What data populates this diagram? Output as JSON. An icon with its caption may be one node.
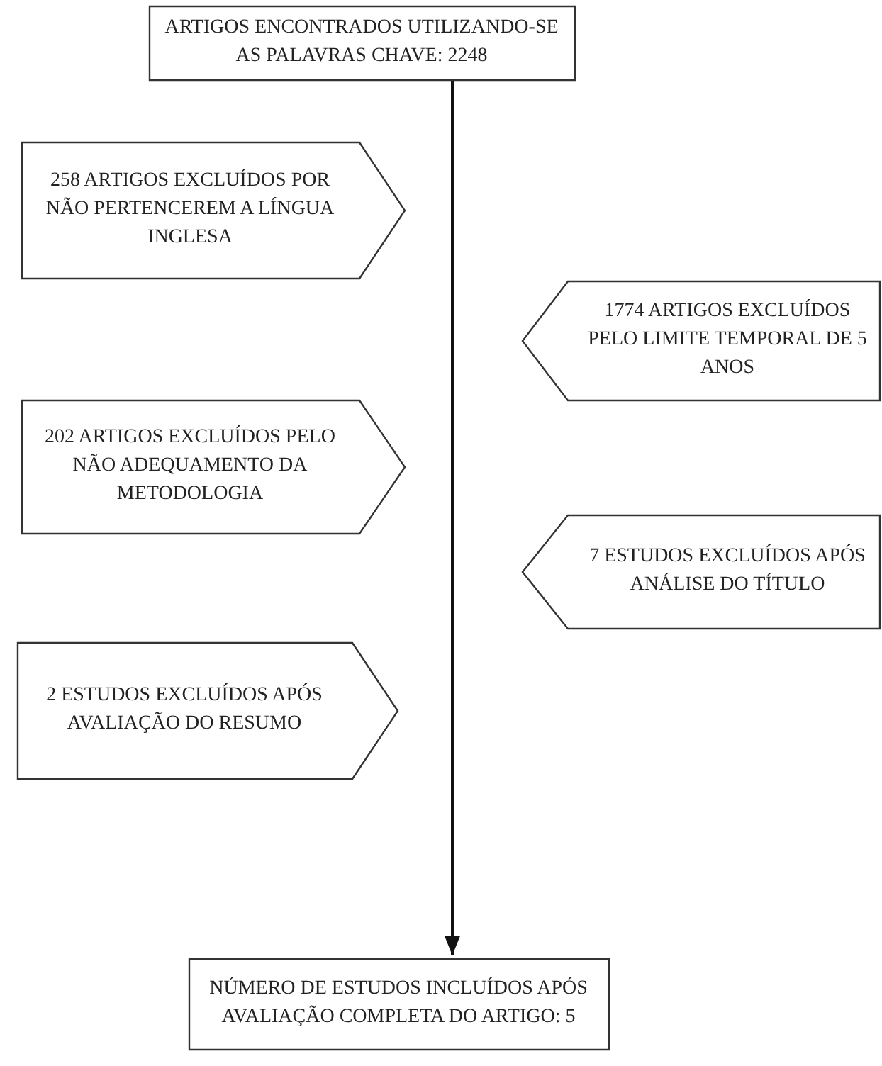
{
  "diagram": {
    "nodes": [
      {
        "text": [
          "ARTIGOS ENCONTRADOS UTILIZANDO-SE AS PALAVRAS CHAVE: 2248"
        ]
      },
      {
        "text": [
          "258 ARTIGOS EXCLUÍDOS POR NÃO PERTENCEREM A LÍNGUA INGLESA"
        ]
      },
      {
        "text": [
          "1774 ARTIGOS EXCLUÍDOS PELO LIMITE TEMPORAL DE 5 ANOS"
        ]
      },
      {
        "text": [
          "202 ARTIGOS EXCLUÍDOS PELO NÃO ADEQUAMENTO DA METODOLOGIA"
        ]
      },
      {
        "text": [
          "7 ESTUDOS EXCLUÍDOS APÓS ANÁLISE DO TÍTULO"
        ]
      },
      {
        "text": [
          "2 ESTUDOS EXCLUÍDOS APÓS AVALIAÇÃO DO RESUMO"
        ]
      },
      {
        "text": [
          "NÚMERO DE ESTUDOS INCLUÍDOS APÓS AVALIAÇÃO COMPLETA DO ARTIGO: 5"
        ]
      }
    ],
    "edges": [
      {
        "from": 0,
        "to": 6,
        "arrow": "to"
      }
    ]
  }
}
